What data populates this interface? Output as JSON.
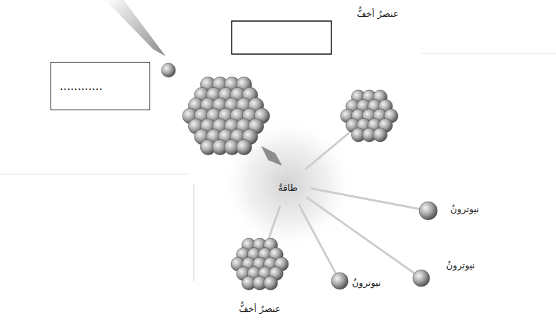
{
  "diagram": {
    "nodes": [
      {
        "text": [
          "............"
        ]
      }
    ],
    "labels": [
      "عنصرٌ أخفُّ",
      "طاقةٌ",
      "نيوترونٌ",
      "نيوترونٌ",
      "نيوترونٌ",
      "عنصرٌ أخفُّ"
    ]
  }
}
